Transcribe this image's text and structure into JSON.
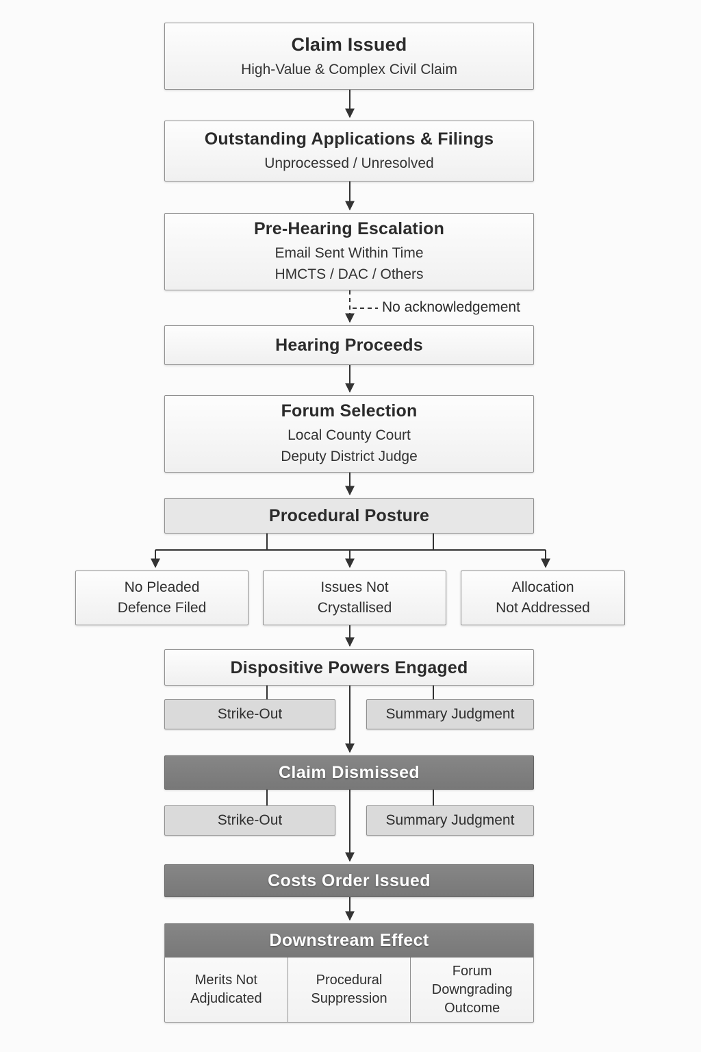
{
  "colors": {
    "page_bg": "#fbfbfb",
    "box_bg": "#f6f6f6",
    "box_border": "#8f8f8f",
    "gray_box_bg": "#e7e7e7",
    "sub_box_bg": "#dadada",
    "dark_box_bg": "#7e7e7e",
    "dark_box_text": "#ffffff",
    "arrow": "#333333",
    "text": "#2b2b2b"
  },
  "nodes": {
    "claim_issued": {
      "title": "Claim Issued",
      "subtitle": "High-Value & Complex Civil Claim"
    },
    "outstanding_filings": {
      "title": "Outstanding Applications & Filings",
      "subtitle": "Unprocessed / Unresolved"
    },
    "pre_hearing_escalation": {
      "title": "Pre-Hearing Escalation",
      "line1": "Email Sent Within Time",
      "line2": "HMCTS / DAC / Others"
    },
    "no_acknowledgement_label": "No acknowledgement",
    "hearing_proceeds": {
      "title": "Hearing Proceeds"
    },
    "forum_selection": {
      "title": "Forum Selection",
      "line1": "Local County Court",
      "line2": "Deputy District Judge"
    },
    "procedural_posture": {
      "title": "Procedural Posture"
    },
    "no_pleaded_defence": {
      "line1": "No Pleaded",
      "line2": "Defence Filed"
    },
    "issues_not_crystallised": {
      "line1": "Issues Not",
      "line2": "Crystallised"
    },
    "allocation_not_addressed": {
      "line1": "Allocation",
      "line2": "Not Addressed"
    },
    "dispositive_powers": {
      "title": "Dispositive Powers Engaged"
    },
    "strike_out_upper": {
      "label": "Strike-Out"
    },
    "summary_judgment_upper": {
      "label": "Summary Judgment"
    },
    "claim_dismissed": {
      "title": "Claim Dismissed"
    },
    "strike_out_lower": {
      "label": "Strike-Out"
    },
    "summary_judgment_lower": {
      "label": "Summary Judgment"
    },
    "costs_order_issued": {
      "title": "Costs Order Issued"
    },
    "downstream_effect": {
      "title": "Downstream Effect",
      "cells": [
        "Merits Not Adjudicated",
        "Procedural Suppression",
        "Forum Downgrading Outcome"
      ]
    }
  }
}
